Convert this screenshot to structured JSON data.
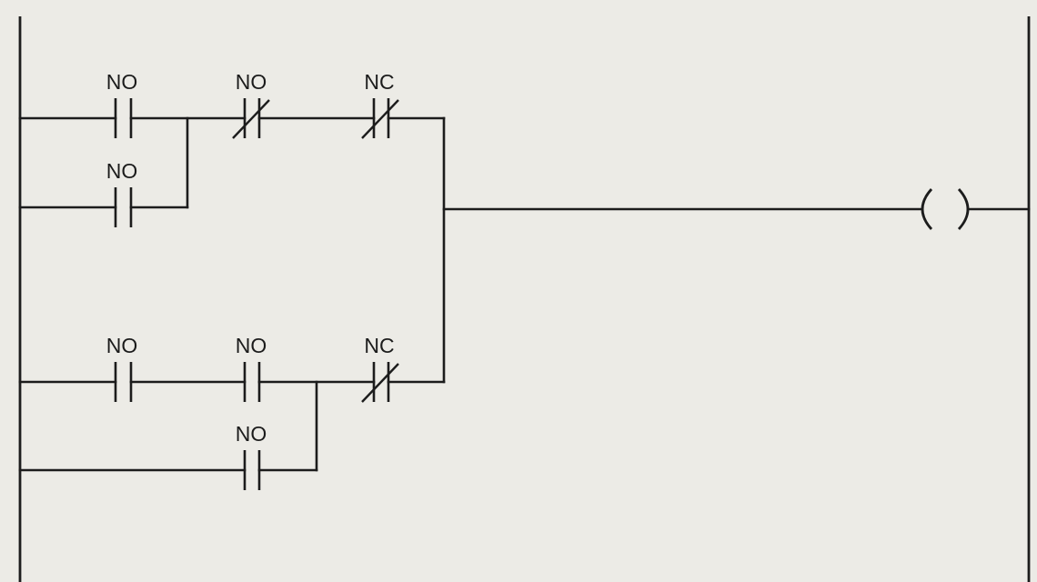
{
  "diagram": {
    "type": "ladder-logic",
    "rungs": [
      {
        "branches": [
          {
            "contacts": [
              {
                "label": "NO",
                "symbol": "normally-open"
              },
              {
                "label": "NO",
                "symbol": "normally-closed"
              },
              {
                "label": "NC",
                "symbol": "normally-closed"
              }
            ]
          },
          {
            "contacts": [
              {
                "label": "NO",
                "symbol": "normally-open"
              }
            ],
            "parallel_to": "first contact"
          }
        ]
      },
      {
        "branches": [
          {
            "contacts": [
              {
                "label": "NO",
                "symbol": "normally-open"
              },
              {
                "label": "NO",
                "symbol": "normally-open"
              },
              {
                "label": "NC",
                "symbol": "normally-closed"
              }
            ]
          },
          {
            "contacts": [
              {
                "label": "NO",
                "symbol": "normally-open"
              }
            ],
            "parallel_to": "first two contacts"
          }
        ]
      }
    ],
    "output": {
      "symbol": "coil"
    },
    "labels": {
      "r1_c1": "NO",
      "r1_c2": "NO",
      "r1_c3": "NC",
      "r1_b1": "NO",
      "r2_c1": "NO",
      "r2_c2": "NO",
      "r2_c3": "NC",
      "r2_b1": "NO"
    }
  }
}
